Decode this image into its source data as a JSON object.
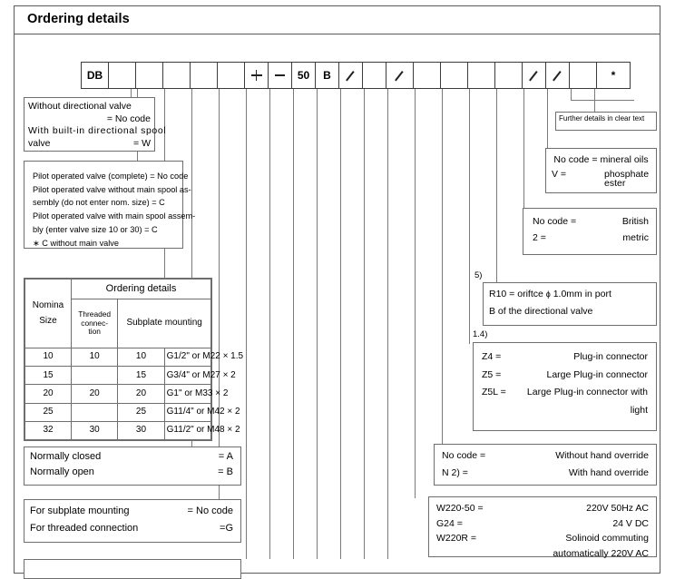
{
  "header": {
    "title": "Ordering details"
  },
  "code_strip": {
    "cells": [
      {
        "text": "DB",
        "width": 30,
        "type": "text"
      },
      {
        "text": "",
        "width": 30,
        "type": "blank"
      },
      {
        "text": "",
        "width": 30,
        "type": "blank"
      },
      {
        "text": "",
        "width": 30,
        "type": "blank"
      },
      {
        "text": "",
        "width": 30,
        "type": "blank"
      },
      {
        "text": "",
        "width": 30,
        "type": "blank"
      },
      {
        "text": "",
        "width": 26,
        "type": "plus"
      },
      {
        "text": "",
        "width": 26,
        "type": "dash"
      },
      {
        "text": "50",
        "width": 26,
        "type": "text"
      },
      {
        "text": "B",
        "width": 26,
        "type": "text"
      },
      {
        "text": "",
        "width": 26,
        "type": "slash"
      },
      {
        "text": "",
        "width": 26,
        "type": "blank"
      },
      {
        "text": "",
        "width": 30,
        "type": "slash"
      },
      {
        "text": "",
        "width": 30,
        "type": "blank"
      },
      {
        "text": "",
        "width": 30,
        "type": "blank"
      },
      {
        "text": "",
        "width": 30,
        "type": "blank"
      },
      {
        "text": "",
        "width": 30,
        "type": "blank"
      },
      {
        "text": "",
        "width": 26,
        "type": "slash"
      },
      {
        "text": "",
        "width": 26,
        "type": "slash"
      },
      {
        "text": "",
        "width": 30,
        "type": "blank"
      },
      {
        "text": "*",
        "width": 36,
        "type": "text"
      }
    ]
  },
  "directional_valve_box": {
    "line1": "Without directional valve",
    "line2": "= No code",
    "line3": "With built-in directional spool",
    "line4_label": "valve",
    "line4_code": "= W"
  },
  "pilot_box": {
    "lines": [
      "Pilot operated valve (complete)     = No code",
      "Pilot operated valve without main spool as-",
      "sembly (do not enter nom. size)            = C",
      "Pilot operated valve with main spool assem-",
      "bly (enter valve size 10 or 30)               = C",
      " ∗  C  without main valve"
    ]
  },
  "ordering_table": {
    "title": "Ordering details",
    "col_nominal": "Nomina",
    "col_nominal2": "Size",
    "col_threaded": "Threaded connec- tion",
    "col_subplate": "Subplate   mounting",
    "rows": [
      {
        "nominal": "10",
        "threaded": "10",
        "code": "10",
        "subplate": "G1/2\" or M22 × 1.5"
      },
      {
        "nominal": "15",
        "threaded": "",
        "code": "15",
        "subplate": "G3/4\" or M27 × 2"
      },
      {
        "nominal": "20",
        "threaded": "20",
        "code": "20",
        "subplate": "G1\" or M33 × 2"
      },
      {
        "nominal": "25",
        "threaded": "",
        "code": "25",
        "subplate": "G11/4\" or M42 × 2"
      },
      {
        "nominal": "32",
        "threaded": "30",
        "code": "30",
        "subplate": "G11/2\" or M48 × 2"
      }
    ]
  },
  "normally_box": {
    "rows": [
      {
        "label": "Normally closed",
        "code": "= A"
      },
      {
        "label": "Normally open",
        "code": "= B"
      }
    ]
  },
  "mounting_box": {
    "rows": [
      {
        "label": "For subplate mounting",
        "code": "= No code"
      },
      {
        "label": "For threaded connection",
        "code": "=G"
      }
    ]
  },
  "clear_text_box": {
    "text": "Further details in clear text"
  },
  "fluid_box": {
    "line1": "No code = mineral oils",
    "key2": "V =",
    "val2": "phosphate ester"
  },
  "units_box": {
    "rows": [
      {
        "label": "No code =",
        "value": "British"
      },
      {
        "label": "2  =",
        "value": "metric"
      }
    ]
  },
  "orifice_note": {
    "marker": "5)"
  },
  "orifice_box": {
    "line1_pre": "R10 =  oriftce ",
    "line1_phi": "ϕ",
    "line1_post": " 1.0mm in port",
    "line2": "B of the directional valve"
  },
  "connector_note": {
    "marker": "1.4)"
  },
  "connector_box": {
    "rows": [
      {
        "label": "Z4 =",
        "value": "Plug-in connector"
      },
      {
        "label": "Z5 =",
        "value": "Large Plug-in connector"
      },
      {
        "label": "Z5L =",
        "value": "Large Plug-in connector with"
      }
    ],
    "continuation": "light"
  },
  "hand_override_box": {
    "rows": [
      {
        "label": "No code =",
        "value": "Without hand override"
      },
      {
        "label": "N 2) =",
        "value": "With hand override"
      }
    ]
  },
  "voltage_box": {
    "rows": [
      {
        "label": "W220-50 =",
        "value": "220V 50Hz AC"
      },
      {
        "label": "G24 =",
        "value": "24 V DC"
      },
      {
        "label": "W220R =",
        "value": "Solinoid commuting"
      }
    ],
    "continuation": "automatically 220V AC"
  },
  "colors": {
    "frame": "#5a5a5a",
    "box_border": "#6e6e6e",
    "line": "#7a7a7a",
    "text": "#000000",
    "background": "#ffffff"
  }
}
